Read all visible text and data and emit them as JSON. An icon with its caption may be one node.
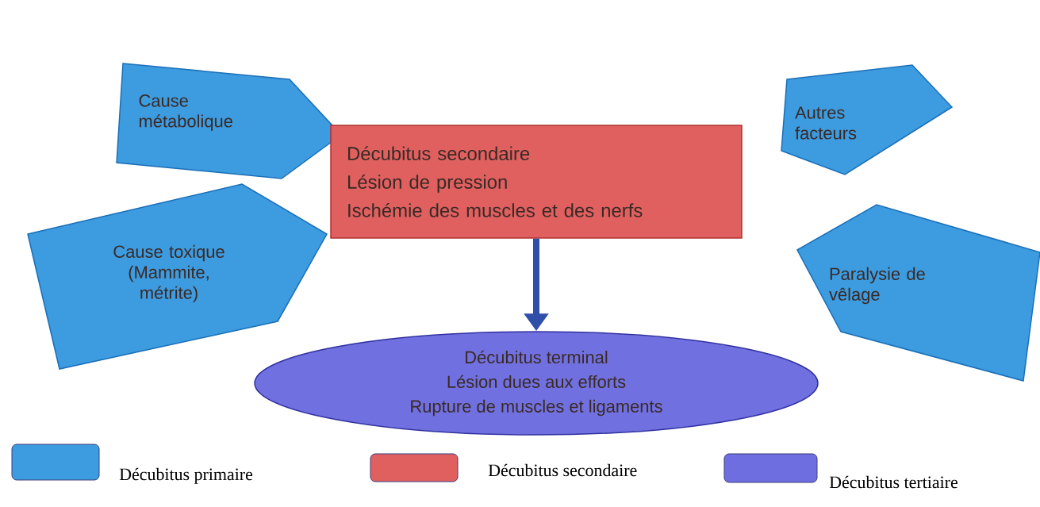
{
  "diagram": {
    "nodes": [
      {
        "text": [
          "Cause métabolique"
        ]
      },
      {
        "text": [
          "Autres facteurs"
        ]
      },
      {
        "text": [
          "Décubitus secondaire",
          "Lésion de pression",
          "Ischémie des muscles et des nerfs"
        ]
      },
      {
        "text": [
          "Cause toxique (Mammite, métrite)"
        ]
      },
      {
        "text": [
          "Paralysie de vêlage"
        ]
      },
      {
        "text": [
          "Décubitus terminal",
          "Lésion dues aux efforts",
          "Rupture de muscles et ligaments"
        ]
      }
    ],
    "edges": [
      {
        "from": 2,
        "to": 5,
        "arrow": "to"
      }
    ],
    "legend": [
      {
        "text": "Décubitus primaire",
        "color": "#3d9be0"
      },
      {
        "text": "Décubitus secondaire",
        "color": "#e06060"
      },
      {
        "text": "Décubitus tertiaire",
        "color": "#6e6ee0"
      }
    ]
  }
}
